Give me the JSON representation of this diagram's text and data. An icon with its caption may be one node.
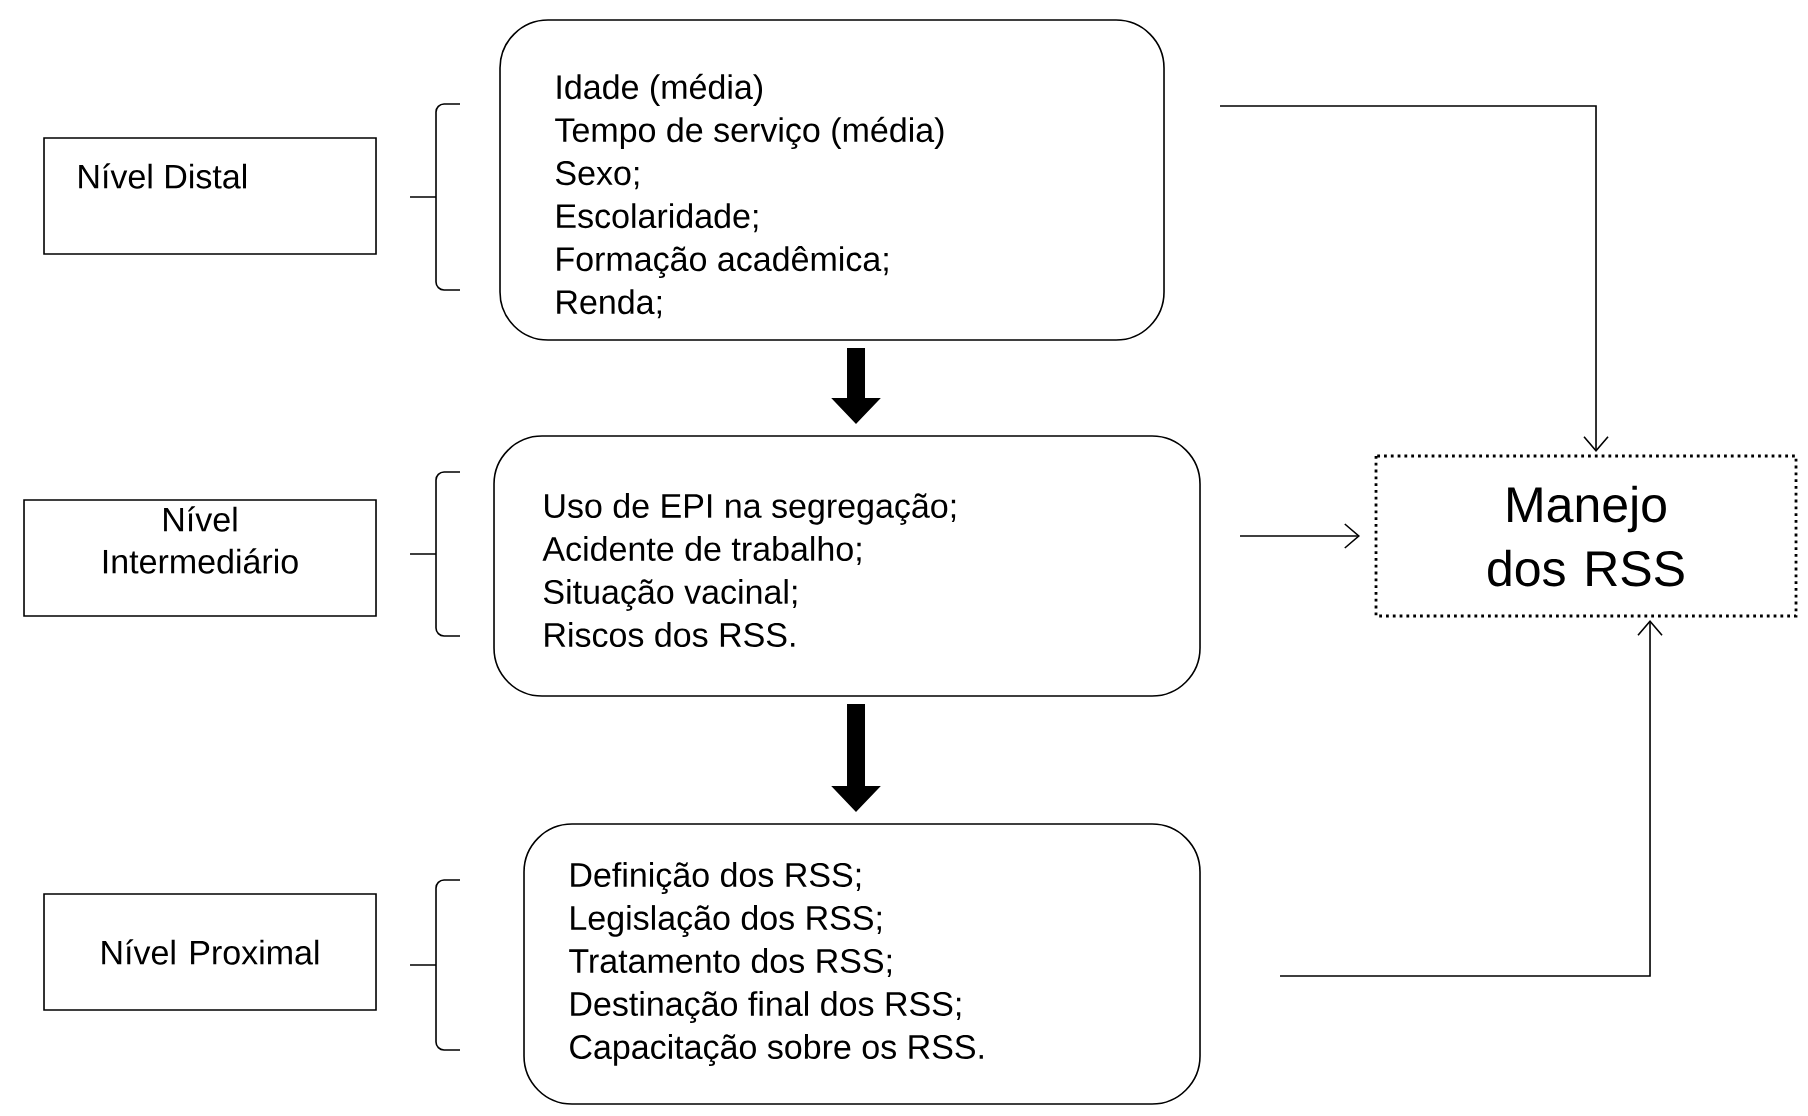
{
  "diagram": {
    "nodes": [
      {
        "text": [
          "Nível Distal"
        ]
      },
      {
        "text": [
          "Idade (média)",
          "Tempo de serviço (média)",
          "Sexo;",
          "Escolaridade;",
          "Formação acadêmica;",
          "Renda;"
        ]
      },
      {
        "text": [
          "Nível Intermediário"
        ]
      },
      {
        "text": [
          "Uso de EPI na segregação;",
          "Acidente de trabalho;",
          "Situação vacinal;",
          "Riscos dos RSS."
        ]
      },
      {
        "text": [
          "Manejo dos RSS"
        ]
      },
      {
        "text": [
          "Nível Proximal"
        ]
      },
      {
        "text": [
          "Definição dos RSS;",
          "Legislação dos RSS;",
          "Tratamento dos RSS;",
          "Destinação final dos RSS;",
          "Capacitação sobre os RSS."
        ]
      }
    ],
    "edges": [
      {
        "from": 1,
        "to": 3,
        "arrow": "to",
        "style": "thick"
      },
      {
        "from": 3,
        "to": 6,
        "arrow": "to",
        "style": "thick"
      },
      {
        "from": 1,
        "to": 4,
        "arrow": "to"
      },
      {
        "from": 3,
        "to": 4,
        "arrow": "to"
      },
      {
        "from": 6,
        "to": 4,
        "arrow": "to"
      }
    ]
  }
}
